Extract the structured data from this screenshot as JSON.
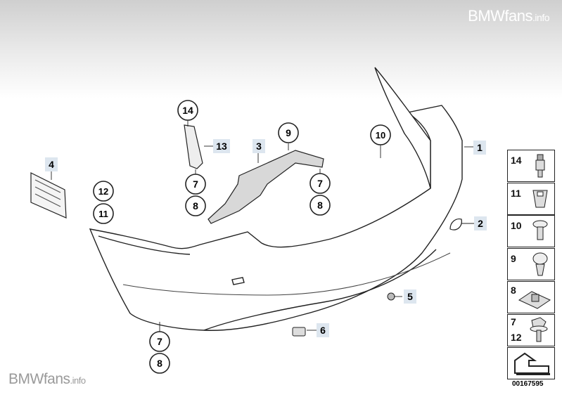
{
  "watermark": {
    "brand": "BMWfans",
    "tld": ".info"
  },
  "diagram_number": "00167595",
  "callouts": {
    "c1": "1",
    "c2": "2",
    "c3": "3",
    "c4": "4",
    "c5": "5",
    "c6": "6",
    "c7a": "7",
    "c7b": "7",
    "c7c": "7",
    "c8a": "8",
    "c8b": "8",
    "c8c": "8",
    "c9": "9",
    "c10": "10",
    "c11": "11",
    "c12": "12",
    "c13": "13",
    "c14": "14"
  },
  "legend": [
    {
      "label": "14",
      "icon": "screw-clip-icon"
    },
    {
      "label": "11",
      "icon": "expanding-nut-icon"
    },
    {
      "label": "10",
      "icon": "push-rivet-icon"
    },
    {
      "label": "9",
      "icon": "expanding-rivet-icon"
    },
    {
      "label": "8",
      "icon": "spring-nut-icon"
    },
    {
      "label": "7\n12",
      "label_top": "7",
      "label_bottom": "12",
      "icon": "flange-screw-icon"
    },
    {
      "label": "",
      "icon": "arrow-indicator-icon"
    }
  ]
}
